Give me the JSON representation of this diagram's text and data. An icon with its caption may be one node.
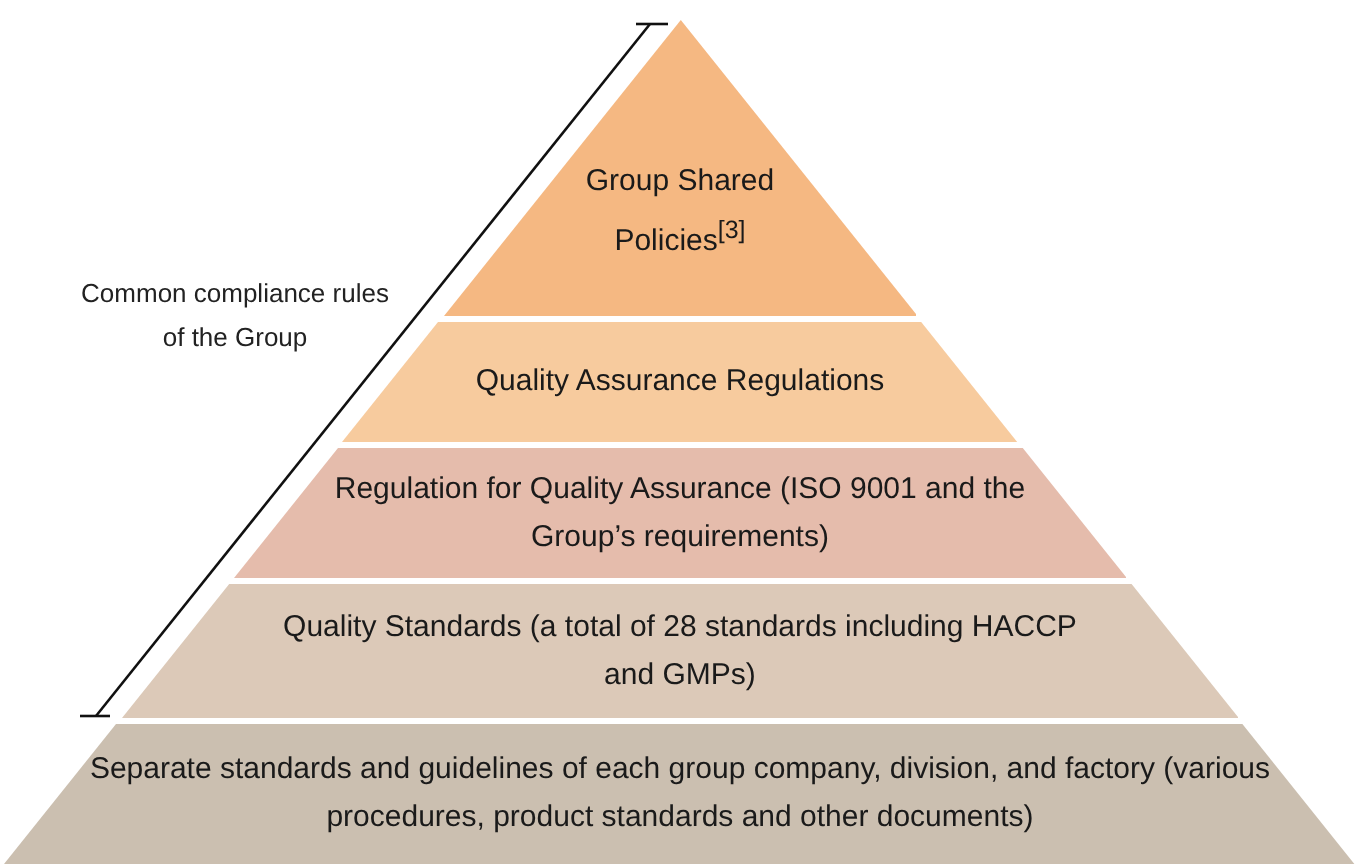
{
  "diagram": {
    "nodes": [
      {
        "text": [
          "Group Shared Policies$^{[3]}$"
        ]
      },
      {
        "text": [
          "Quality Assurance Regulations"
        ]
      },
      {
        "text": [
          "Regulation for Quality Assurance (ISO 9001 and the Group’s requirements)"
        ]
      },
      {
        "text": [
          "Quality Standards (a total of 28 standards including HACCP and GMPs)"
        ]
      },
      {
        "text": [
          "Separate standards and guidelines of each group company, division, and factory (various procedures, product standards and other documents)"
        ]
      }
    ],
    "edges": [],
    "labels": [
      "Common compliance rules of the Group"
    ]
  }
}
